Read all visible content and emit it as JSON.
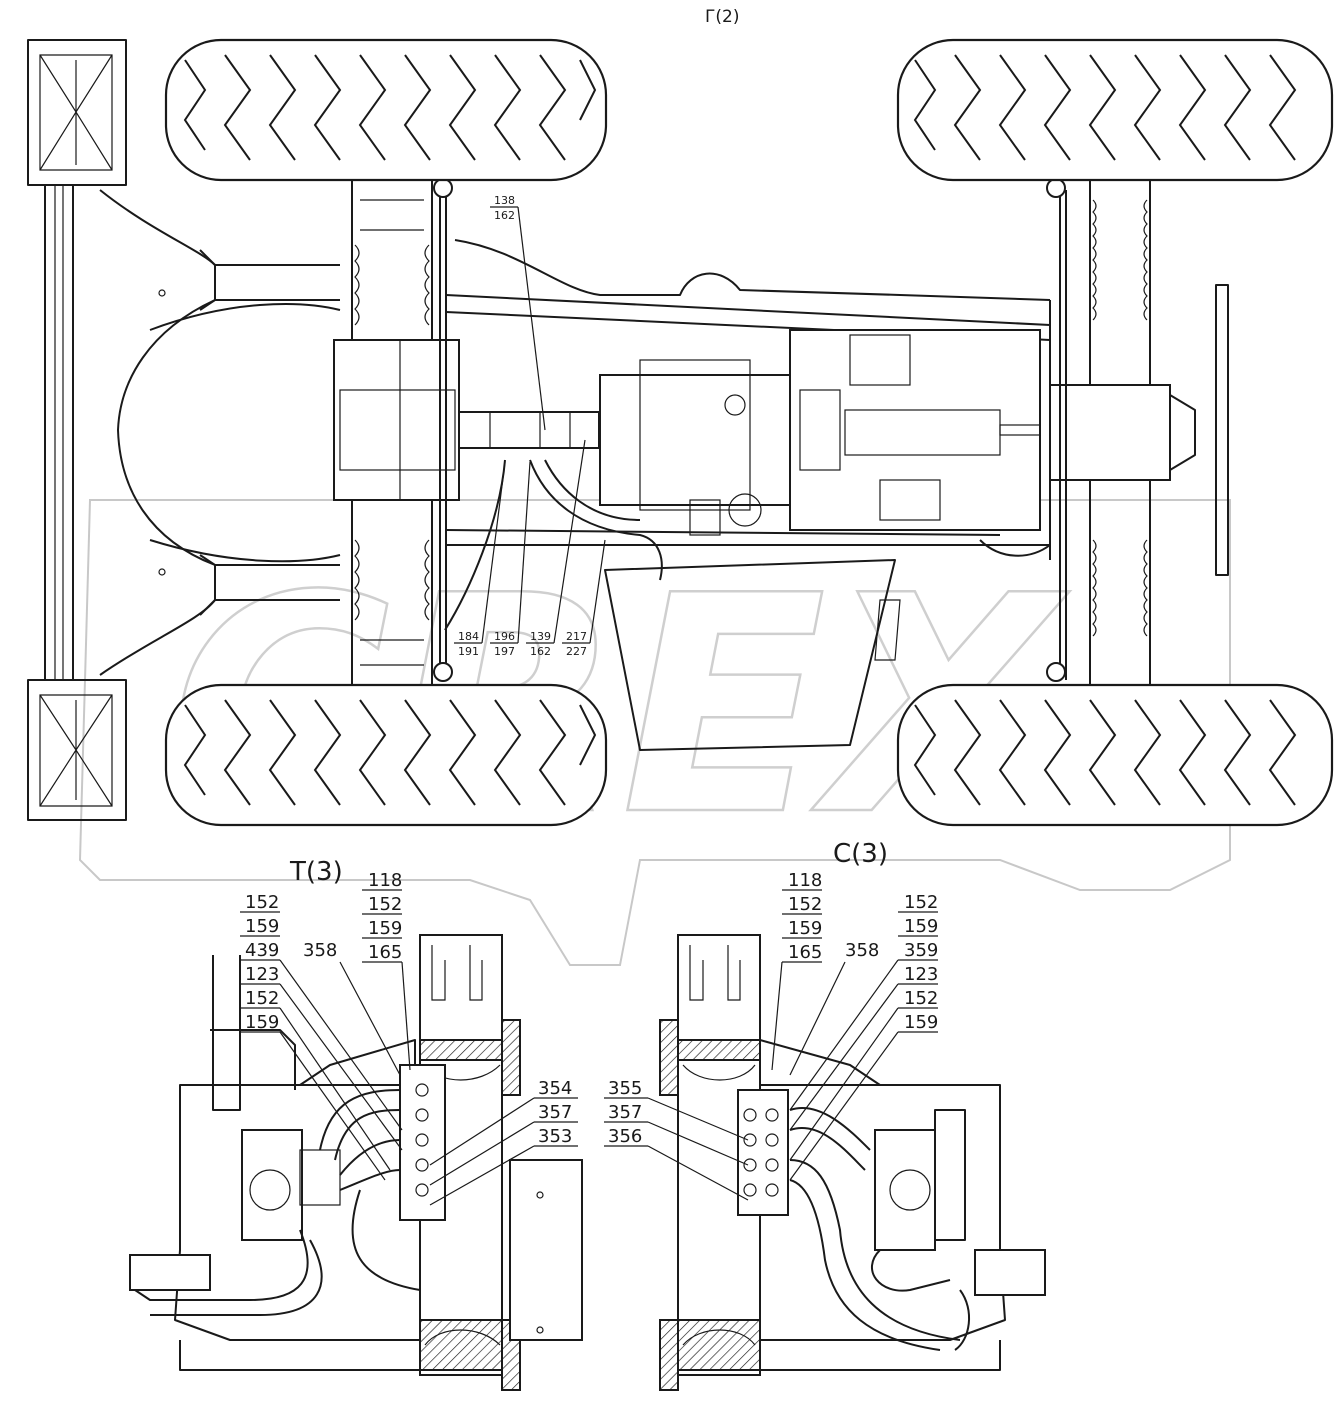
{
  "views": {
    "top": "Г(2)",
    "left": "Т(3)",
    "right": "С(3)"
  },
  "watermark": "CREX",
  "callouts_top": [
    {
      "id": "c138",
      "top": "138",
      "bottom": "162"
    },
    {
      "id": "c184",
      "top": "184",
      "bottom": "191"
    },
    {
      "id": "c196",
      "top": "196",
      "bottom": "197"
    },
    {
      "id": "c139",
      "top": "139",
      "bottom": "162"
    },
    {
      "id": "c217",
      "top": "217",
      "bottom": "227"
    }
  ],
  "stack_left_a": [
    "152",
    "159",
    "439",
    "123",
    "152",
    "159"
  ],
  "stack_left_b": [
    "118",
    "152",
    "159",
    "165"
  ],
  "label_left_358": "358",
  "stack_left_c": [
    "354",
    "357",
    "353"
  ],
  "stack_right_a": [
    "118",
    "152",
    "159",
    "165"
  ],
  "label_right_358": "358",
  "stack_right_b": [
    "152",
    "159",
    "359",
    "123",
    "152",
    "159"
  ],
  "stack_right_c": [
    "355",
    "357",
    "356"
  ]
}
